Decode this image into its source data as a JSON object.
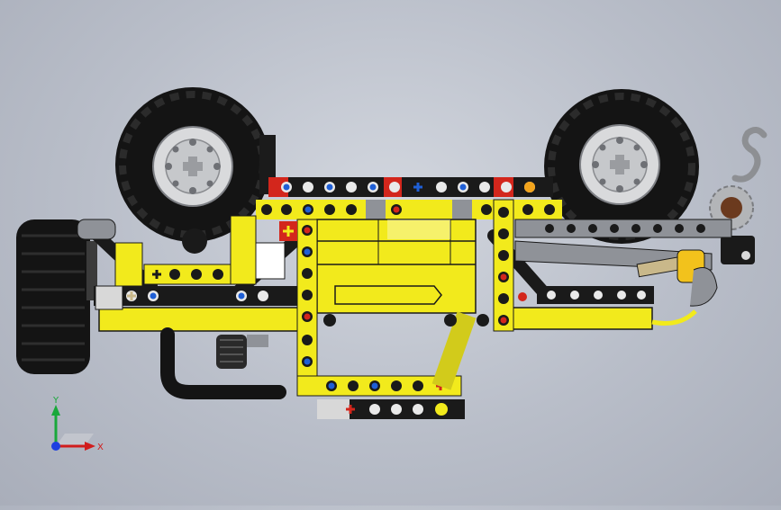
{
  "viewport": {
    "view": "top",
    "model": "technic-vehicle-chassis",
    "colors": {
      "background": "#b9bec9",
      "beam_yellow": "#f2ea1c",
      "beam_black": "#1a1a1a",
      "tire": "#141414",
      "rim": "#d9dadc",
      "pin_blue": "#1f5fd6",
      "pin_red": "#d3261c",
      "pin_gray": "#8f9298",
      "axle_tan": "#c9b88a"
    }
  },
  "triad": {
    "x_label": "X",
    "y_label": "Y",
    "colors": {
      "x": "#d11d1d",
      "y": "#19a83a",
      "z": "#1e40e0"
    }
  }
}
